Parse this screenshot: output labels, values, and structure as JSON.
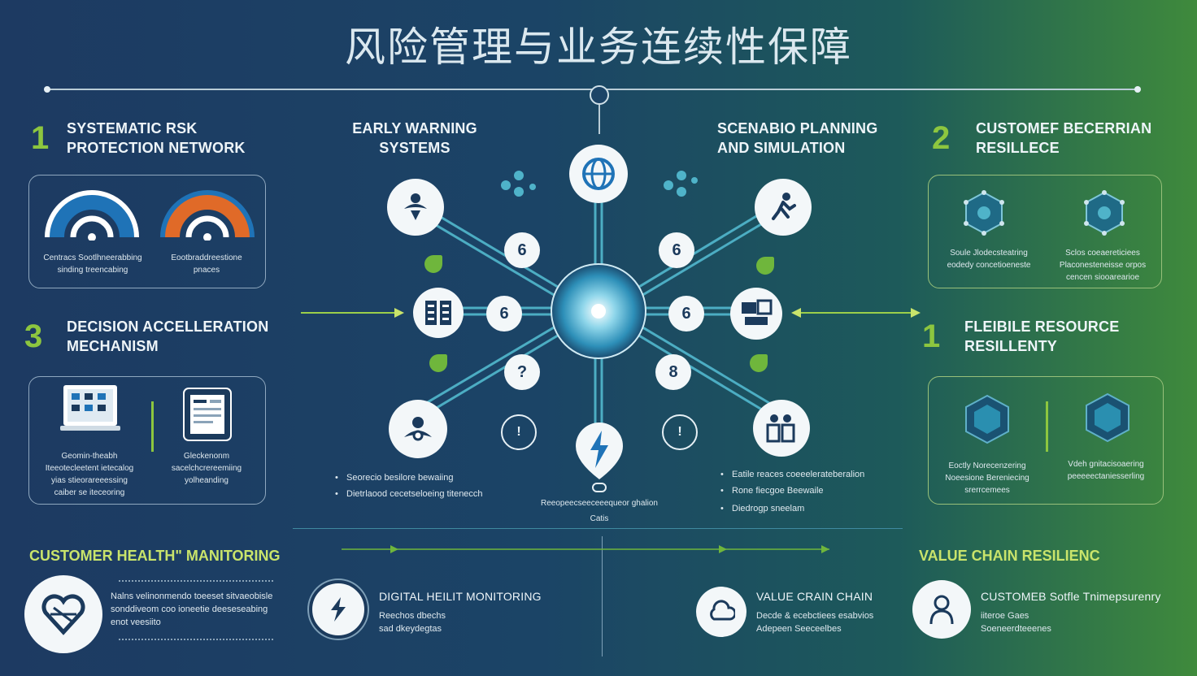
{
  "title": "风险管理与业务连续性保障",
  "sections": {
    "s1": {
      "num": "1",
      "line1": "SYSTEMATIC RSK",
      "line2": "PROTECTION NETWORK",
      "items": [
        {
          "line1": "Centracs Sootlhneerabbing",
          "line2": "sinding treencabing"
        },
        {
          "line1": "Eootbraddreestione",
          "line2": "pnaces"
        }
      ]
    },
    "s2": {
      "num": "2",
      "line1": "CUSTOMEF BECERRIAN",
      "line2": "RESILLECE",
      "items": [
        {
          "line1": "Soule Jlodecsteatring",
          "line2": "eodedy concetioeneste"
        },
        {
          "line1": "Sclos coeaereticiees",
          "line2": "Placonesteneisse orpos",
          "line3": "cencen siooarearioe"
        }
      ]
    },
    "s3": {
      "num": "3",
      "line1": "DECISION ACCELLERATION",
      "line2": "MECHANISM",
      "items": [
        {
          "line1": "Geomin-theabh",
          "line2": "Iteeotecleetent ietecalog",
          "line3": "yias stieorareeessing",
          "line4": "caiber se iteceoring"
        },
        {
          "line1": "Gleckenonm",
          "line2": "sacelchcrereemiing",
          "line3": "yolheanding"
        }
      ]
    },
    "s4": {
      "num": "1",
      "line1": "FLEIBILE RESOURCE",
      "line2": "RESILLENTY",
      "items": [
        {
          "line1": "Eoctly Norecenzering",
          "line2": "Noeesione Bereniecing",
          "line3": "srerrcemees"
        },
        {
          "line1": "Vdeh gnitacisoaering",
          "line2": "peeeeectaniesserling"
        }
      ]
    }
  },
  "center": {
    "left_label": {
      "line1": "EARLY WARNING",
      "line2": "SYSTEMS"
    },
    "right_label": {
      "line1": "SCENABIO PLANNING",
      "line2": "AND SIMULATION"
    },
    "left_bullets": [
      "Seorecio besilore bewaiing",
      "Dietrlaood cecetseloeing titenecch"
    ],
    "right_bullets": [
      "Eatile reaces coeeelerateberalion",
      "Rone fiecgoe Beewaile",
      "Diedrogp sneelam"
    ],
    "caption_line1": "Reeopeecseeceeequeor ghalion",
    "caption_line2": "Catis",
    "node_glyphs": [
      "6",
      "6",
      "6",
      "6",
      "?",
      "8",
      "!",
      "!"
    ]
  },
  "bottom": {
    "left_head": "CUSTOMER HEALTH\" MANITORING",
    "right_head": "VALUE CHAIN RESILIENC",
    "left_text": [
      "Nalns velinonmendo toeeset sitvaeobisle",
      "sonddiveom coo ioneetie deeseseabing",
      "enot veesiito"
    ],
    "items": [
      {
        "title": "DIGITAL HEILIT MONITORING",
        "lines": [
          "Reechos dbechs",
          "sad dkeydegtas"
        ]
      },
      {
        "title": "VALUE CRAIN CHAIN",
        "lines": [
          "Decde & ecebctiees esabvios",
          "Adepeen Seeceelbes"
        ]
      },
      {
        "title": "CUSTOMEB Sotfle Tnimepsurenry",
        "lines": [
          "iiteroe Gaes",
          "Soeneerdteeenes"
        ]
      }
    ]
  },
  "colors": {
    "accent_green": "#8dc63f",
    "accent_blue": "#1f73b7",
    "accent_orange": "#e06a28",
    "teal": "#4fb3c9"
  }
}
